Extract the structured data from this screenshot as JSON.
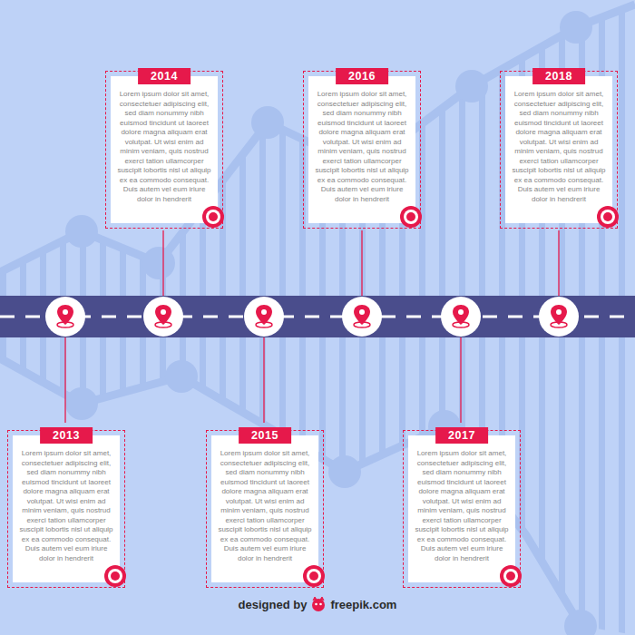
{
  "diagram": {
    "nodes": [
      {
        "text": [
          "2013",
          "Lorem ipsum dolor sit amet, consectetuer adipiscing elit, sed diam nonummy nibh euismod tincidunt ut laoreet dolore magna aliquam erat volutpat. Ut wisi enim ad minim veniam, quis nostrud exerci tation ullamcorper suscipit lobortis nisl ut aliquip ex ea commodo consequat. Duis autem vel eum iriure dolor in hendrerit"
        ]
      },
      {
        "text": [
          "2014",
          "Lorem ipsum dolor sit amet, consectetuer adipiscing elit, sed diam nonummy nibh euismod tincidunt ut laoreet dolore magna aliquam erat volutpat. Ut wisi enim ad minim veniam, quis nostrud exerci tation ullamcorper suscipit lobortis nisl ut aliquip ex ea commodo consequat. Duis autem vel eum iriure dolor in hendrerit"
        ]
      },
      {
        "text": [
          "2015",
          "Lorem ipsum dolor sit amet, consectetuer adipiscing elit, sed diam nonummy nibh euismod tincidunt ut laoreet dolore magna aliquam erat volutpat. Ut wisi enim ad minim veniam, quis nostrud exerci tation ullamcorper suscipit lobortis nisl ut aliquip ex ea commodo consequat. Duis autem vel eum iriure dolor in hendrerit"
        ]
      },
      {
        "text": [
          "2016",
          "Lorem ipsum dolor sit amet, consectetuer adipiscing elit, sed diam nonummy nibh euismod tincidunt ut laoreet dolore magna aliquam erat volutpat. Ut wisi enim ad minim veniam, quis nostrud exerci tation ullamcorper suscipit lobortis nisl ut aliquip ex ea commodo consequat. Duis autem vel eum iriure dolor in hendrerit"
        ]
      },
      {
        "text": [
          "2017",
          "Lorem ipsum dolor sit amet, consectetuer adipiscing elit, sed diam nonummy nibh euismod tincidunt ut laoreet dolore magna aliquam erat volutpat. Ut wisi enim ad minim veniam, quis nostrud exerci tation ullamcorper suscipit lobortis nisl ut aliquip ex ea commodo consequat. Duis autem vel eum iriure dolor in hendrerit"
        ]
      },
      {
        "text": [
          "2018",
          "Lorem ipsum dolor sit amet, consectetuer adipiscing elit, sed diam nonummy nibh euismod tincidunt ut laoreet dolore magna aliquam erat volutpat. Ut wisi enim ad minim veniam, quis nostrud exerci tation ullamcorper suscipit lobortis nisl ut aliquip ex ea commodo consequat. Duis autem vel eum iriure dolor in hendrerit"
        ]
      }
    ],
    "labels": [
      "designed by",
      "freepik.com"
    ]
  }
}
